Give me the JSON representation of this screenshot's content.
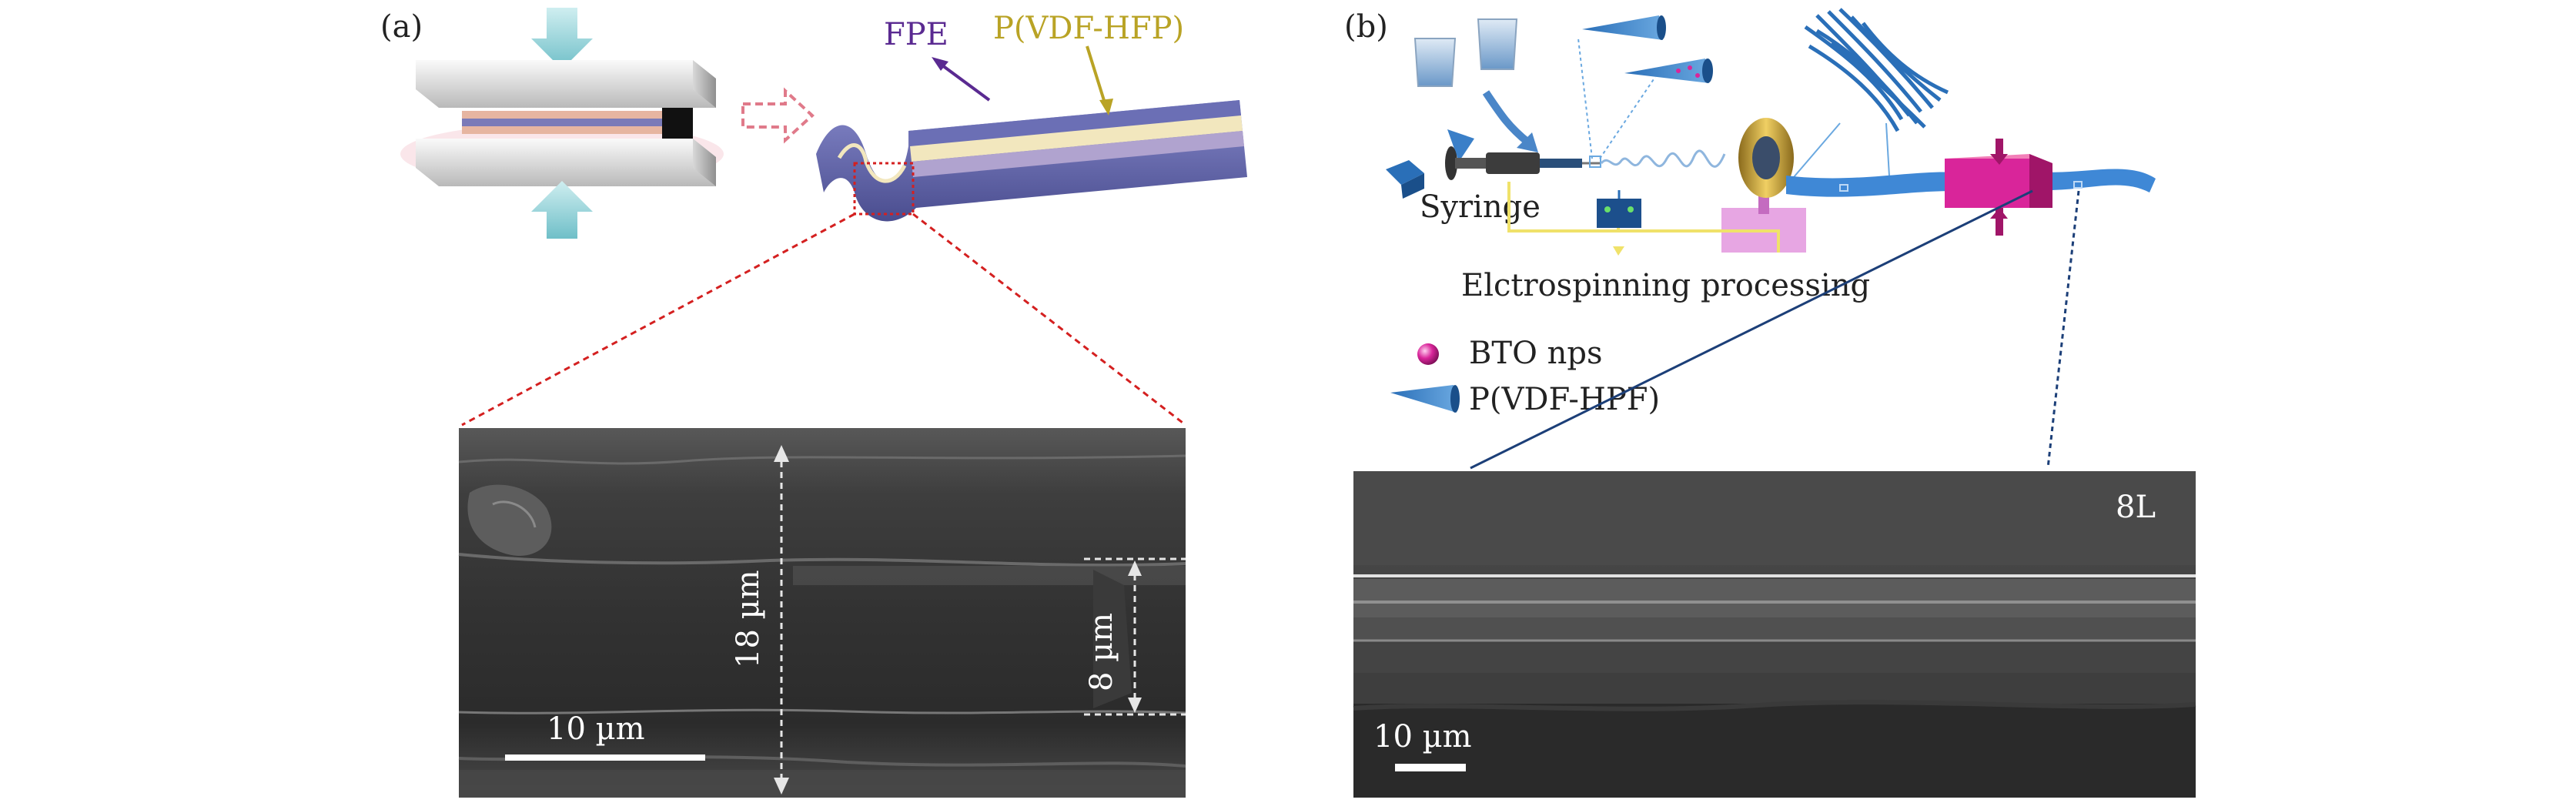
{
  "panel_a": {
    "label": "(a)",
    "label_fpe": "FPE",
    "label_pvdf": "P(VDF-HFP)",
    "sem": {
      "scale_label": "10 µm",
      "thickness_total": "18 µm",
      "thickness_layer": "8 µm"
    }
  },
  "panel_b": {
    "label": "(b)",
    "syringe_label": "Syringe",
    "process_label": "Elctrospinning processing",
    "legend": [
      {
        "name": "BTO nps",
        "icon": "magenta-sphere-icon"
      },
      {
        "name": "P(VDF-HPF)",
        "icon": "blue-fiber-icon"
      }
    ],
    "sem": {
      "sample_label": "8L",
      "scale_label": "10 µm"
    }
  },
  "colors": {
    "fpe_purple": "#5a2a91",
    "pvdf_gold": "#b9a325",
    "bto_magenta": "#d9259a",
    "fiber_blue": "#2a6fb8",
    "dashed_red": "#d42020",
    "dashed_navy": "#1c3f78"
  }
}
